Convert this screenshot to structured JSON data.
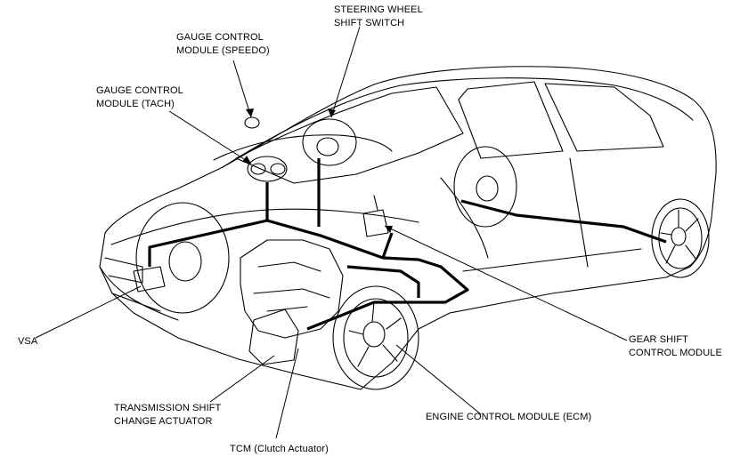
{
  "diagram": {
    "labels": {
      "steering_switch": [
        "STEERING WHEEL",
        "SHIFT SWITCH"
      ],
      "gauge_speedo": [
        "GAUGE CONTROL",
        "MODULE (SPEEDO)"
      ],
      "gauge_tach": [
        "GAUGE CONTROL",
        "MODULE (TACH)"
      ],
      "vsa": "VSA",
      "gear_shift": [
        "GEAR SHIFT",
        "CONTROL MODULE"
      ],
      "transmission_actuator": [
        "TRANSMISSION SHIFT",
        "CHANGE ACTUATOR"
      ],
      "ecm": "ENGINE CONTROL MODULE (ECM)",
      "tcm": "TCM (Clutch Actuator)"
    },
    "colors": {
      "line": "#000000",
      "background": "#ffffff"
    }
  }
}
